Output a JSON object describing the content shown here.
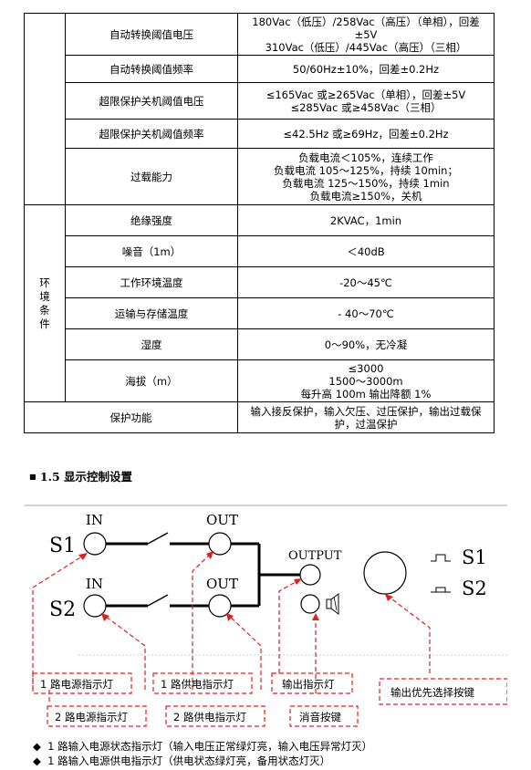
{
  "table": {
    "power_rows": [
      {
        "label": "自动转换阈值电压",
        "value": [
          "180Vac（低压）/258Vac（高压）（单相），回差±5V",
          "310Vac（低压）/445Vac（高压）（三相）"
        ]
      },
      {
        "label": "自动转换阈值频率",
        "value": [
          "50/60Hz±10%，回差±0.2Hz"
        ]
      },
      {
        "label": "超限保护关机阈值电压",
        "value": [
          "≤165Vac 或≥265Vac（单相），回差±5V",
          "≤285Vac 或≥458Vac（三相）"
        ]
      },
      {
        "label": "超限保护关机阈值频率",
        "value": [
          "≤42.5Hz 或≥69Hz，回差±0.2Hz"
        ]
      },
      {
        "label": "过载能力",
        "value": [
          "负载电流＜105%，连续工作",
          "负载电流 105～125%，持续 10min；",
          "负载电流 125～150%，持续 1min",
          "负载电流≥150%，关机"
        ]
      }
    ],
    "env_category": [
      "环",
      "境",
      "条",
      "件"
    ],
    "env_rows": [
      {
        "label": "绝缘强度",
        "value": [
          "2KVAC，1min"
        ]
      },
      {
        "label": "噪音（1m）",
        "value": [
          "＜40dB"
        ]
      },
      {
        "label": "工作环境温度",
        "value": [
          "-20～45℃"
        ]
      },
      {
        "label": "运输与存储温度",
        "value": [
          "- 40～70℃"
        ]
      },
      {
        "label": "湿度",
        "value": [
          "0～90%，无冷凝"
        ]
      },
      {
        "label": "海拔（m）",
        "value": [
          "≤3000",
          "1500～3000m",
          "每升高 100m 输出降额 1%"
        ]
      }
    ],
    "protect_row": {
      "label": "保护功能",
      "value": [
        "输入接反保护，输入欠压、过压保护，输出过载保",
        "护，过温保护"
      ]
    }
  },
  "section_heading": "1.5 显示控制设置",
  "diagram": {
    "in_label": "IN",
    "out_label": "OUT",
    "output_label": "OUTPUT",
    "s1": "S1",
    "s2": "S2",
    "callouts": {
      "in1": "1 路电源指示灯",
      "in2": "2 路电源指示灯",
      "out1": "1 路供电指示灯",
      "out2": "2 路供电指示灯",
      "output": "输出指示灯",
      "mute": "消音按键",
      "priority": "输出优先选择按键"
    }
  },
  "notes": [
    "1 路输入电源状态指示灯（输入电压正常绿灯亮，输入电压异常灯灭）",
    "1 路输入电源供电指示灯（供电状态绿灯亮，备用状态灯灭）"
  ]
}
